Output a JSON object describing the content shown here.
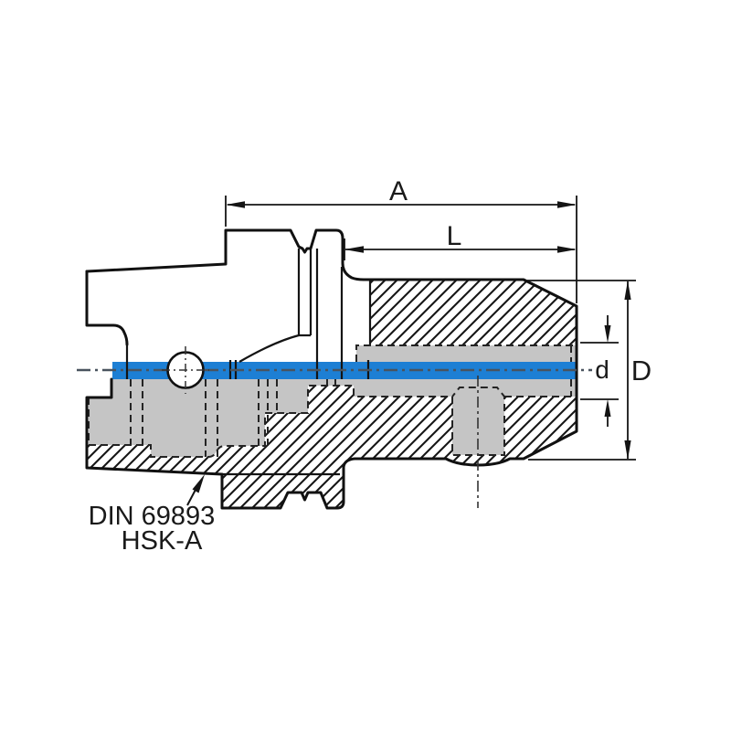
{
  "drawing": {
    "title": "HSK-A tool holder sectional drawing",
    "standard_label": {
      "line1": "DIN 69893",
      "line2": "HSK-A"
    },
    "dimensions": {
      "overall_length": "A",
      "gauge_length": "L",
      "bore_diameter": "d",
      "body_diameter": "D"
    },
    "colors": {
      "outline": "#141414",
      "section_gray": "#c5c5c5",
      "coolant_blue": "#1d7fd4",
      "centerline": "#49535e",
      "background": "#ffffff"
    }
  }
}
